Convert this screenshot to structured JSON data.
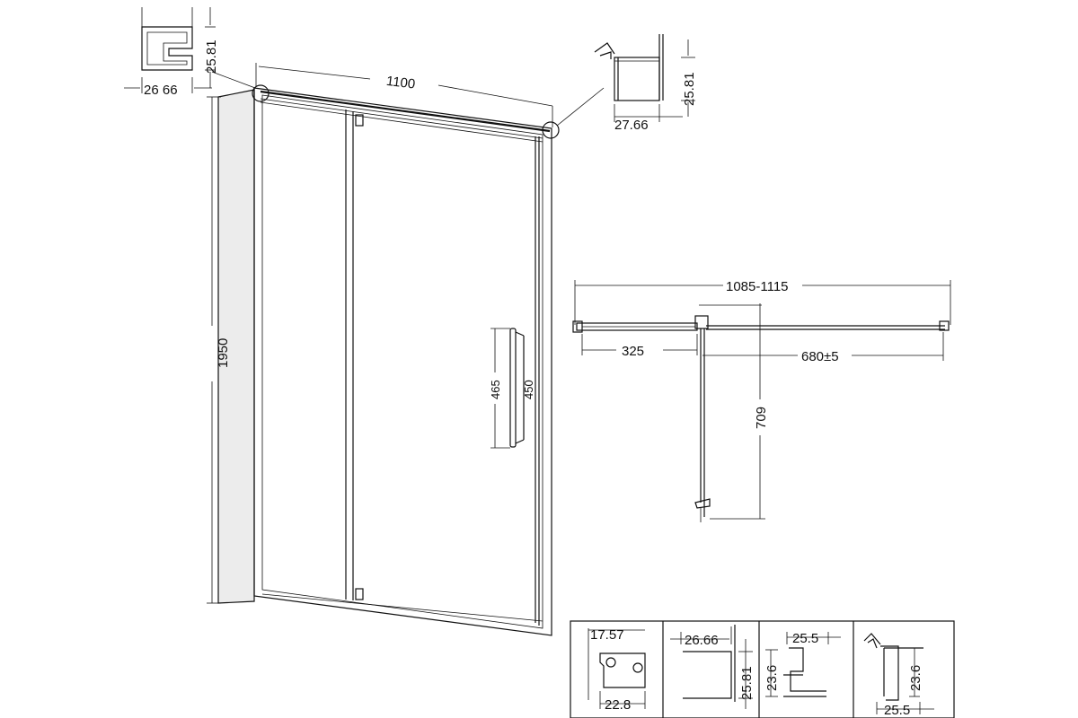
{
  "dimensions": {
    "width_top": "1100",
    "height": "1950",
    "handle_outer": "465",
    "handle_inner": "450",
    "top_left_profile_width": "26 66",
    "top_left_profile_height": "25.81",
    "top_right_profile_width": "27.66",
    "top_right_profile_height": "25.81",
    "plan_total": "1085-1115",
    "plan_fixed": "325",
    "plan_door": "680±5",
    "plan_swing": "709"
  },
  "profiles": [
    {
      "top": "17.57",
      "bottom": "22.8"
    },
    {
      "top": "26.66",
      "side": "25.81"
    },
    {
      "top": "25.5",
      "side": "23.6"
    },
    {
      "side": "23.6",
      "bottom": "25.5"
    }
  ]
}
